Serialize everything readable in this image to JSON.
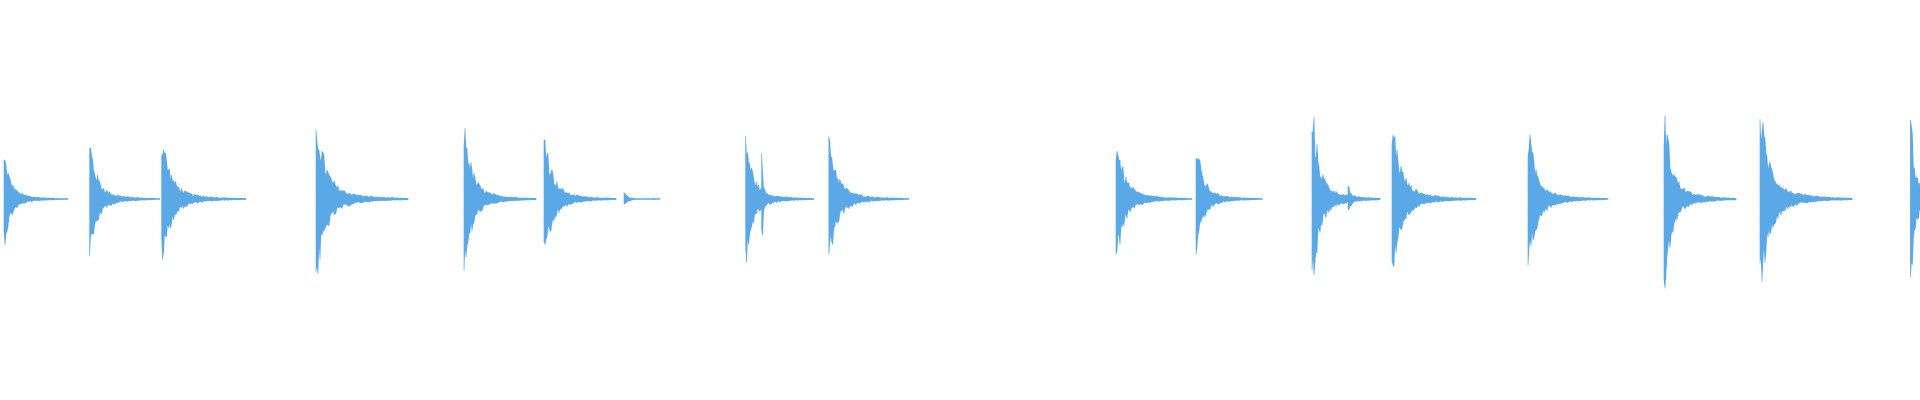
{
  "waveform": {
    "color": "#5aa9e6",
    "background": "#ffffff",
    "duration_s": 24.0,
    "amplitude_max": 1.0,
    "hits": [
      {
        "t": 0.05,
        "amp": 0.48,
        "decay": 0.8
      },
      {
        "t": 1.12,
        "amp": 0.62,
        "decay": 0.88
      },
      {
        "t": 2.02,
        "amp": 0.7,
        "decay": 1.05
      },
      {
        "t": 3.95,
        "amp": 0.88,
        "decay": 1.15
      },
      {
        "t": 5.8,
        "amp": 0.83,
        "decay": 0.9
      },
      {
        "t": 6.8,
        "amp": 0.78,
        "decay": 0.9
      },
      {
        "t": 7.8,
        "amp": 0.07,
        "decay": 0.45
      },
      {
        "t": 9.32,
        "amp": 0.68,
        "decay": 0.85
      },
      {
        "t": 9.52,
        "amp": 0.48,
        "decay": 0.2
      },
      {
        "t": 10.36,
        "amp": 0.67,
        "decay": 1.0
      },
      {
        "t": 13.95,
        "amp": 0.68,
        "decay": 0.95
      },
      {
        "t": 14.95,
        "amp": 0.6,
        "decay": 0.83
      },
      {
        "t": 16.4,
        "amp": 0.99,
        "decay": 0.85
      },
      {
        "t": 16.85,
        "amp": 0.16,
        "decay": 0.4
      },
      {
        "t": 17.4,
        "amp": 0.85,
        "decay": 1.05
      },
      {
        "t": 17.6,
        "amp": 0.13,
        "decay": 0.3
      },
      {
        "t": 19.1,
        "amp": 0.74,
        "decay": 1.0
      },
      {
        "t": 20.8,
        "amp": 0.96,
        "decay": 0.9
      },
      {
        "t": 22.0,
        "amp": 0.96,
        "decay": 1.15
      },
      {
        "t": 23.88,
        "amp": 0.98,
        "decay": 0.5
      }
    ]
  }
}
